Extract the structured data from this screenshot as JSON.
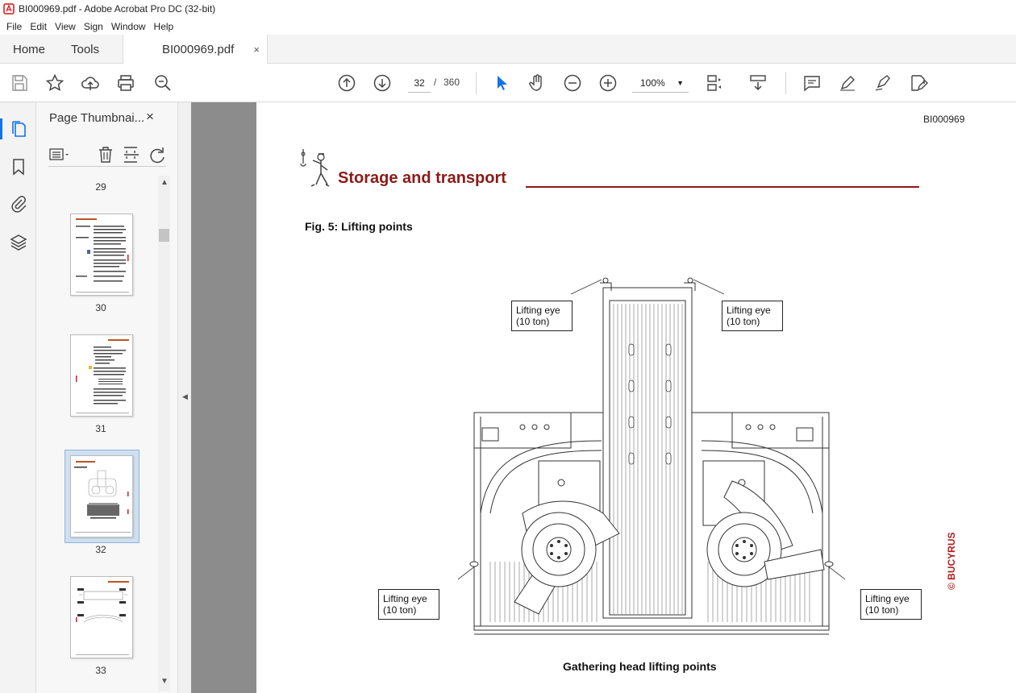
{
  "window": {
    "title": "BI000969.pdf - Adobe Acrobat Pro DC (32-bit)"
  },
  "menu": [
    "File",
    "Edit",
    "View",
    "Sign",
    "Window",
    "Help"
  ],
  "tabs": {
    "home": "Home",
    "tools": "Tools",
    "document": "BI000969.pdf",
    "close_glyph": "×"
  },
  "toolbar": {
    "current_page": "32",
    "separator": "/",
    "total_pages": "360",
    "zoom": "100%"
  },
  "panel": {
    "title": "Page Thumbnai...",
    "thumbnails": [
      {
        "number": "29"
      },
      {
        "number": "30"
      },
      {
        "number": "31"
      },
      {
        "number": "32",
        "selected": true
      },
      {
        "number": "33"
      }
    ]
  },
  "page": {
    "doc_code": "BI000969",
    "chapter_title": "Storage and transport",
    "figure_caption": "Fig. 5: Lifting points",
    "callouts": [
      {
        "line1": "Lifting eye",
        "line2": "(10 ton)"
      },
      {
        "line1": "Lifting eye",
        "line2": "(10 ton)"
      },
      {
        "line1": "Lifting eye",
        "line2": "(10 ton)"
      },
      {
        "line1": "Lifting eye",
        "line2": "(10 ton)"
      }
    ],
    "drawing_caption": "Gathering head lifting points",
    "copyright": "© BUCYRUS"
  },
  "colors": {
    "accent": "#1473e6",
    "chapter": "#8b1a1a",
    "copyright": "#b31c1c",
    "canvas": "#8c8c8c"
  }
}
